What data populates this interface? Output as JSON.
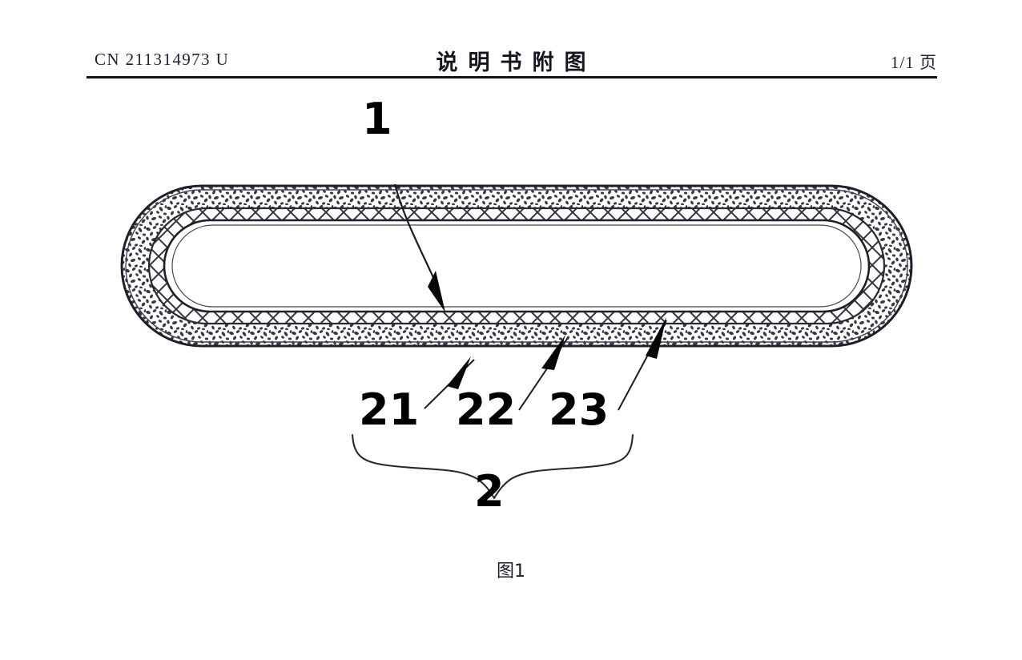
{
  "header": {
    "patent_number": "CN 211314973 U",
    "document_title": "说明书附图",
    "page_indicator": "1/1 页"
  },
  "figure": {
    "caption": "图1",
    "labels": {
      "label_1": "1",
      "label_2": "2",
      "label_21": "21",
      "label_22": "22",
      "label_23": "23"
    }
  },
  "colors": {
    "ink": "#15131d",
    "line": "#2a2733",
    "speckle": "#3b3744",
    "hatch": "#35313e",
    "background": "#ffffff"
  }
}
